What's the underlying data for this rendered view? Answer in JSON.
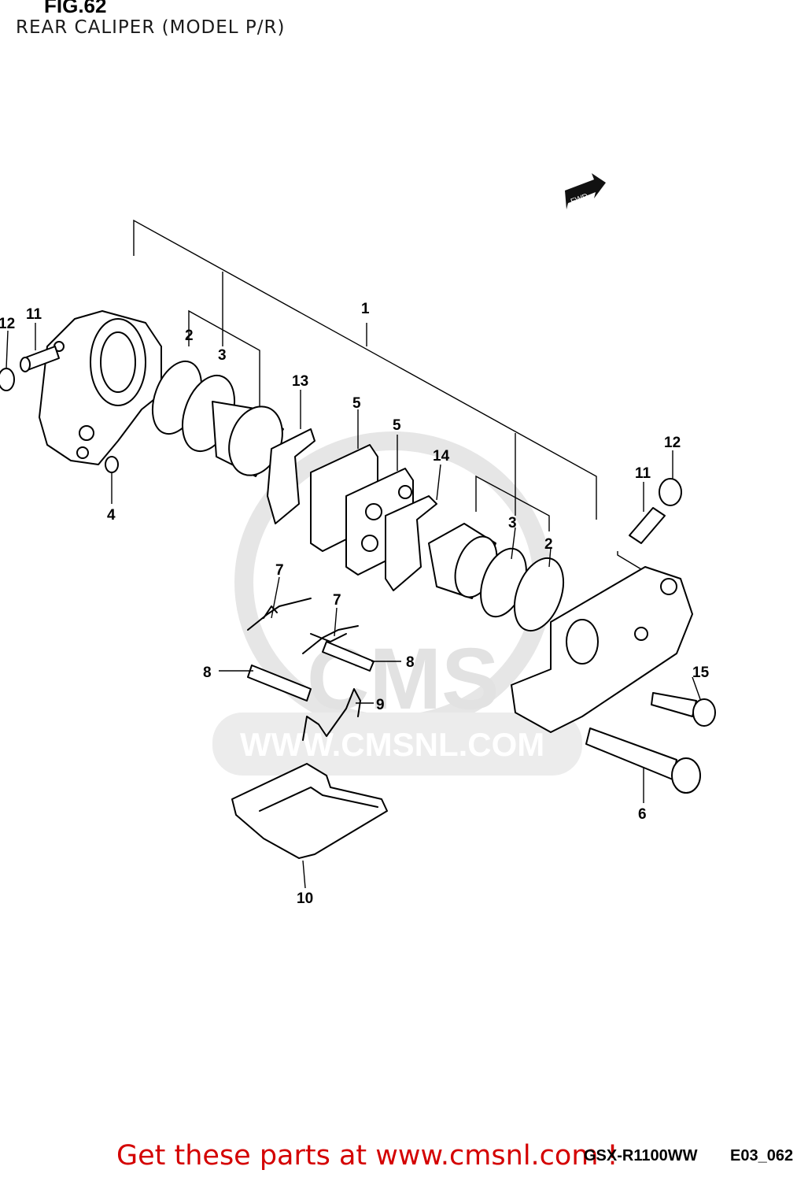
{
  "figure": {
    "number": "FIG.62",
    "title": "REAR CALIPER (MODEL P/R)"
  },
  "watermark": {
    "logo_text": "CMS",
    "url_text": "WWW.CMSNL.COM"
  },
  "direction_arrow": "FWD",
  "callouts": [
    "1",
    "2",
    "3",
    "4",
    "5",
    "6",
    "7",
    "8",
    "9",
    "10",
    "11",
    "12",
    "13",
    "14",
    "15"
  ],
  "footer": {
    "cta": "Get these parts at www.cmsnl.com !",
    "model_code": "GSX-R1100WW",
    "ref_code": "E03_062"
  }
}
